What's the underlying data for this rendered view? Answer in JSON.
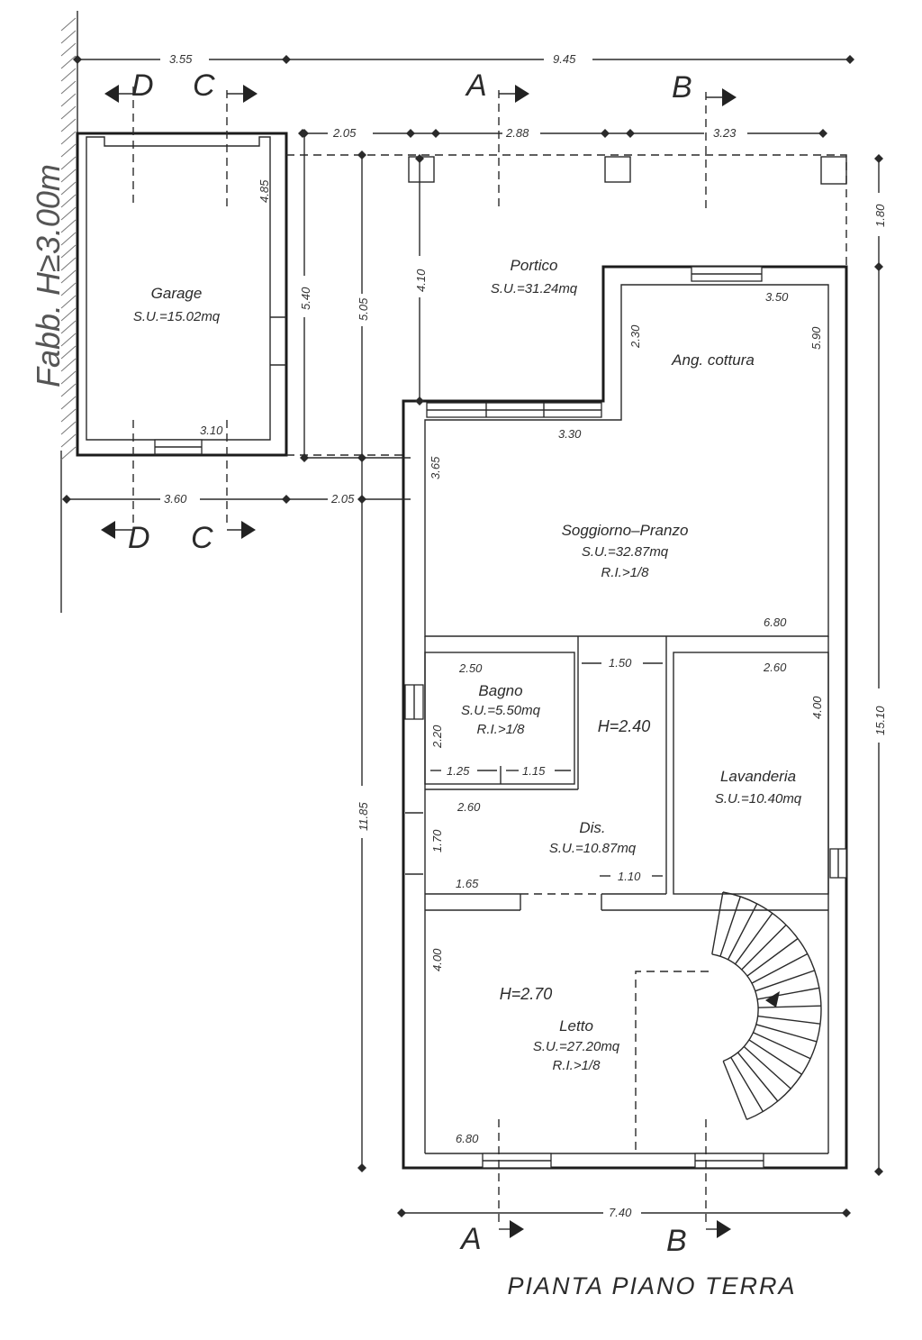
{
  "title": "PIANTA  PIANO  TERRA",
  "side_note": "Fabb. H≥3.00m",
  "sections": {
    "A": "A",
    "B": "B",
    "C": "C",
    "D": "D"
  },
  "rooms": {
    "garage": {
      "name": "Garage",
      "area": "S.U.=15.02mq"
    },
    "portico": {
      "name": "Portico",
      "area": "S.U.=31.24mq"
    },
    "cucina": {
      "name": "Ang.  cottura"
    },
    "soggiorno": {
      "name": "Soggiorno–Pranzo",
      "area": "S.U.=32.87mq",
      "ri": "R.I.>1/8"
    },
    "bagno": {
      "name": "Bagno",
      "area": "S.U.=5.50mq",
      "ri": "R.I.>1/8"
    },
    "corridoio": {
      "height": "H=2.40"
    },
    "lavanderia": {
      "name": "Lavanderia",
      "area": "S.U.=10.40mq"
    },
    "disimpegno": {
      "name": "Dis.",
      "area": "S.U.=10.87mq"
    },
    "letto": {
      "name": "Letto",
      "height": "H=2.70",
      "area": "S.U.=27.20mq",
      "ri": "R.I.>1/8"
    }
  },
  "dimensions": {
    "top_355": "3.55",
    "top_945": "9.45",
    "row_205": "2.05",
    "row_288": "2.88",
    "row_323": "3.23",
    "right_180": "1.80",
    "right_1510": "15.10",
    "v_540": "5.40",
    "v_505": "5.05",
    "v_410": "4.10",
    "v_1185": "11.85",
    "garage_485": "4.85",
    "garage_310": "3.10",
    "bottom_360": "3.60",
    "bottom_205": "2.05",
    "bottom_740": "7.40",
    "cucina_350": "3.50",
    "cucina_230": "2.30",
    "cucina_590": "5.90",
    "soggiorno_330": "3.30",
    "soggiorno_365": "3.65",
    "soggiorno_680": "6.80",
    "bagno_250": "2.50",
    "bagno_220": "2.20",
    "bagno_125": "1.25",
    "bagno_115": "1.15",
    "corr_150": "1.50",
    "lav_260": "2.60",
    "lav_400": "4.00",
    "dis_260": "2.60",
    "dis_170": "1.70",
    "dis_165": "1.65",
    "dis_110": "1.10",
    "letto_400": "4.00",
    "letto_680": "6.80"
  }
}
